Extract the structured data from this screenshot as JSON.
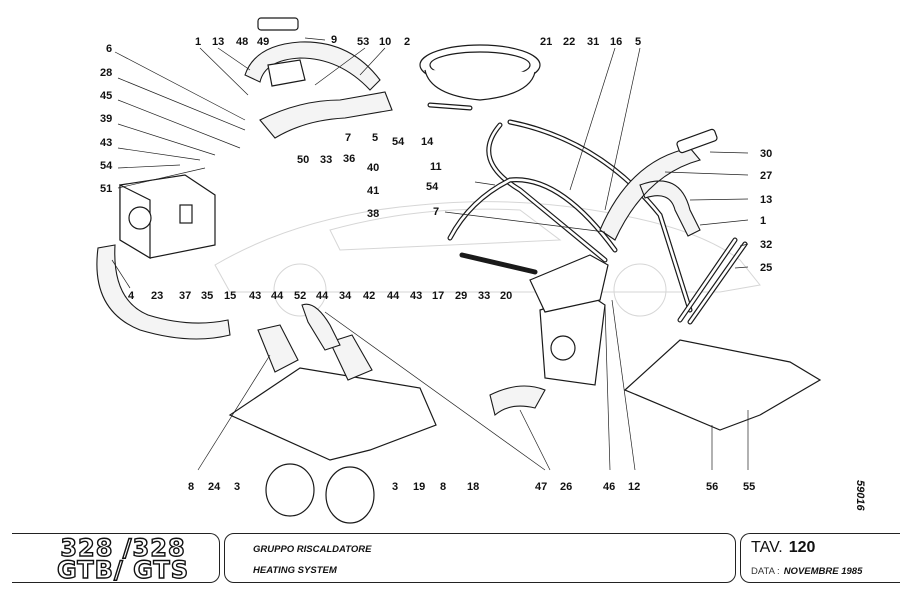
{
  "diagram": {
    "serial_number": "59016",
    "callouts": {
      "top_row": [
        "1",
        "13",
        "48",
        "49",
        "9",
        "53",
        "10",
        "2",
        "21",
        "22",
        "31",
        "16",
        "5"
      ],
      "left_column": [
        "6",
        "28",
        "45",
        "39",
        "43",
        "54",
        "51"
      ],
      "upper_middle": [
        "50",
        "33",
        "36",
        "40",
        "41",
        "38",
        "54",
        "14",
        "11",
        "7",
        "5",
        "54",
        "7"
      ],
      "right_column": [
        "30",
        "27",
        "13",
        "1",
        "32",
        "25"
      ],
      "middle_row": [
        "4",
        "23",
        "37",
        "35",
        "15",
        "43",
        "44",
        "52",
        "44",
        "34",
        "42",
        "44",
        "43",
        "17",
        "29",
        "33",
        "20"
      ],
      "bottom_row": [
        "8",
        "24",
        "3",
        "3",
        "19",
        "8",
        "18",
        "47",
        "26",
        "46",
        "12",
        "56",
        "55"
      ]
    }
  },
  "title_block": {
    "model_line1": "328 /328",
    "model_line2": "GTB/ GTS",
    "title_it": "GRUPPO RISCALDATORE",
    "title_en": "HEATING SYSTEM",
    "tav_label": "TAV.",
    "tav_number": "120",
    "date_label": "DATA :",
    "date_value": "NOVEMBRE 1985"
  }
}
